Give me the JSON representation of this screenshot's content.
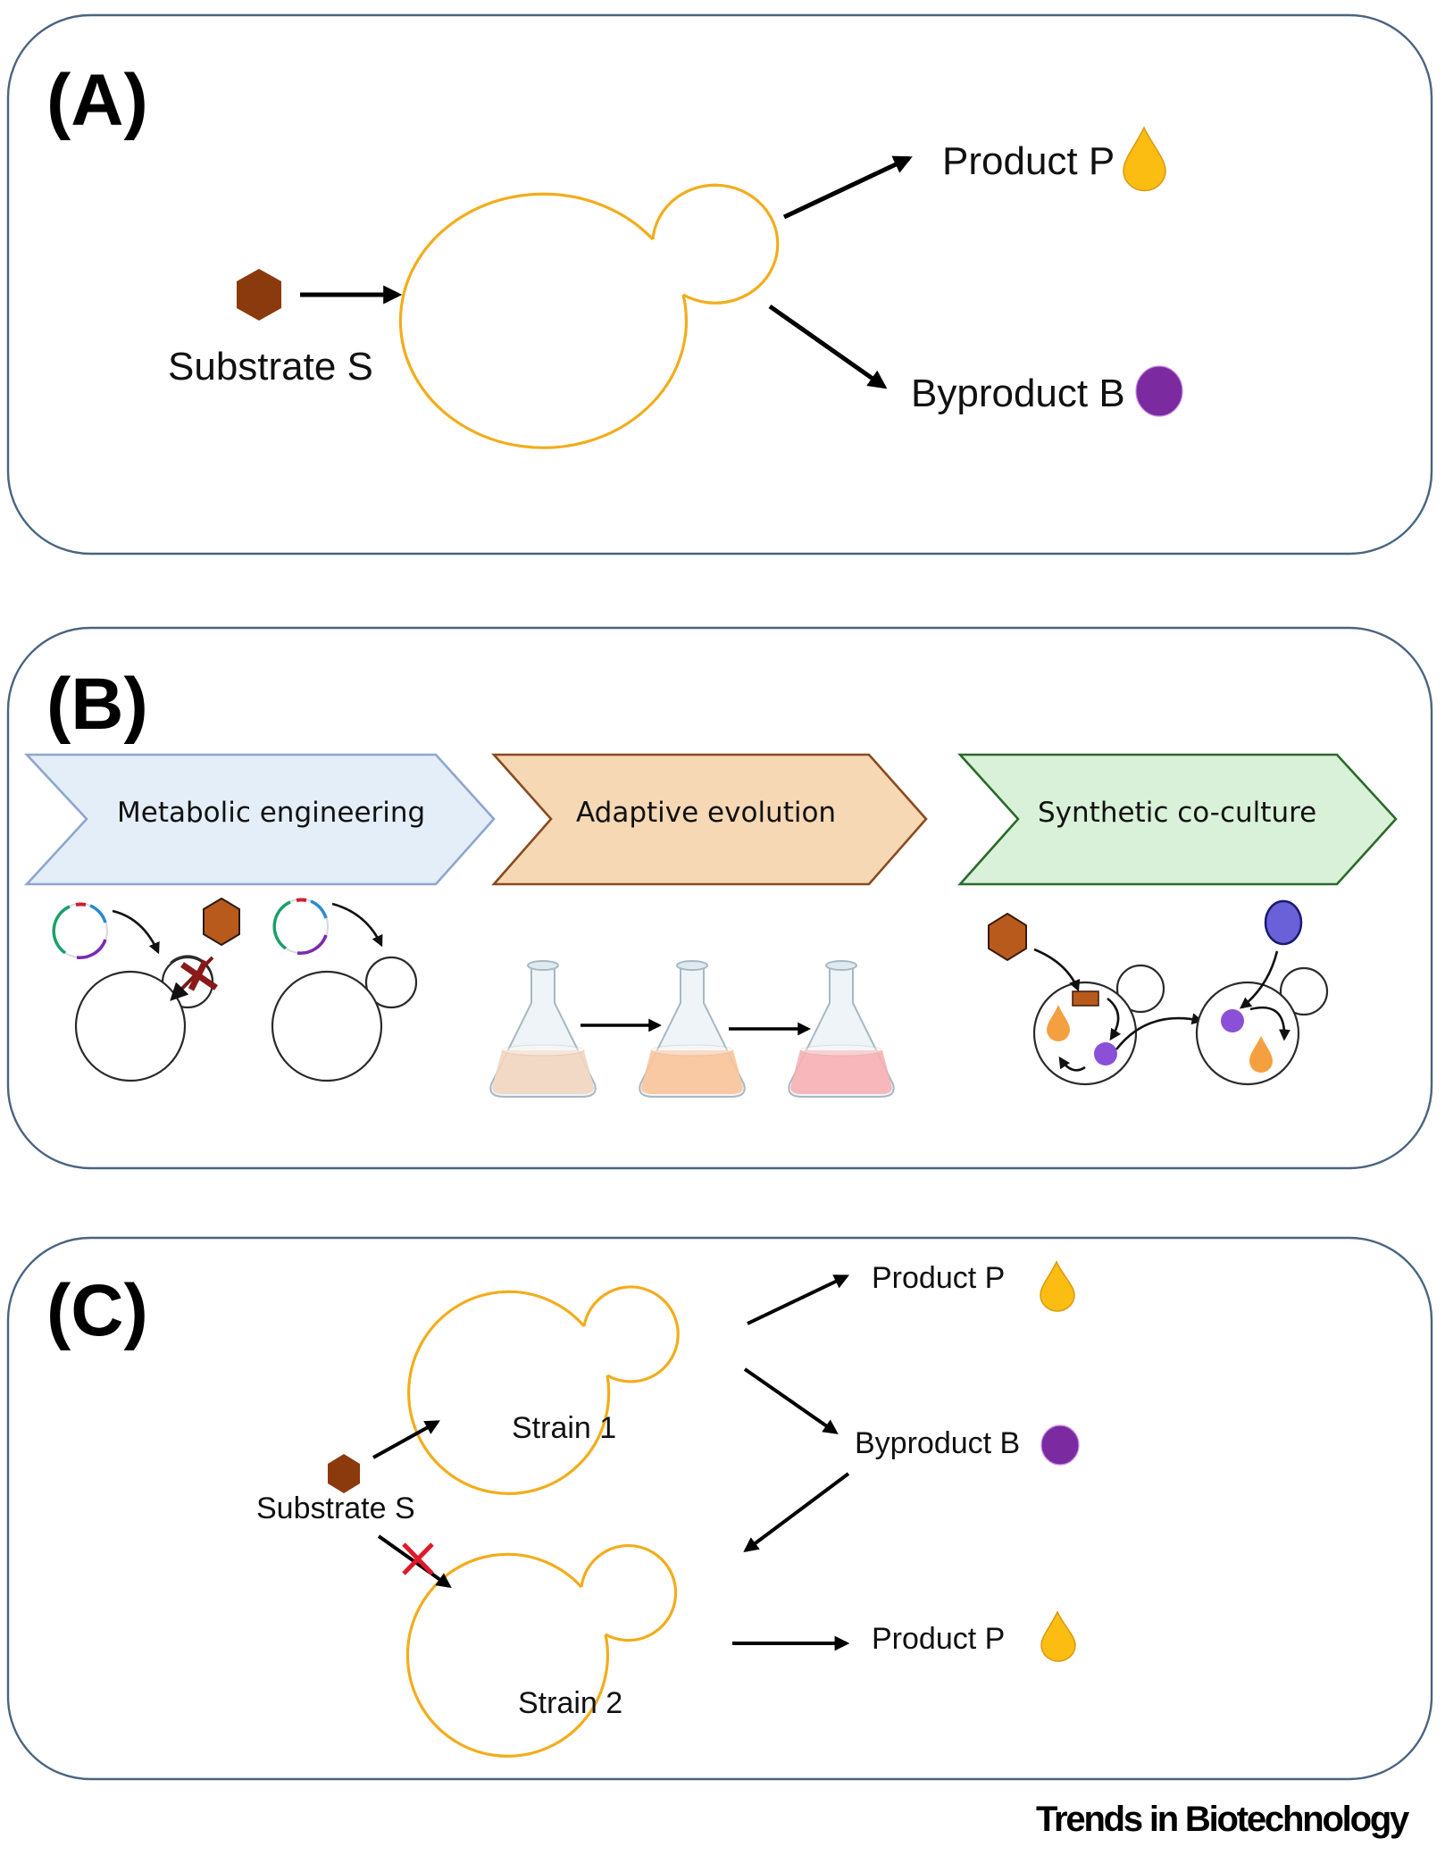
{
  "figure": {
    "journal": "Trends in Biotechnology",
    "colors": {
      "panel_border": "#4a6480",
      "yeast_outline": "#f2ad1c",
      "substrate": "#8b3a0e",
      "product": "#fbbd12",
      "byproduct": "#7b2aa0",
      "inhibition_x": "#e0192a"
    }
  },
  "panel_a": {
    "label": "(A)",
    "substrate_label": "Substrate S",
    "product_label": "Product P",
    "byproduct_label": "Byproduct B",
    "icons": [
      "substrate-hexagon-icon",
      "yeast-cell-icon",
      "product-droplet-icon",
      "byproduct-circle-icon"
    ]
  },
  "panel_b": {
    "label": "(B)",
    "steps": [
      {
        "label": "Metabolic engineering",
        "fill": "#e4eef8",
        "stroke": "#8ea6cf",
        "icons": [
          "plasmid-icon",
          "yeast-cell-icon",
          "substrate-hexagon-icon",
          "knockout-x-icon"
        ]
      },
      {
        "label": "Adaptive evolution",
        "fill": "#f6d8b4",
        "stroke": "#8a4a1e",
        "icons": [
          "flask-icon",
          "flask-icon",
          "flask-icon"
        ]
      },
      {
        "label": "Synthetic co-culture",
        "fill": "#d8f1d8",
        "stroke": "#2a6a2a",
        "icons": [
          "substrate-hexagon-icon",
          "blue-circle-icon",
          "yeast-cell-icon",
          "yeast-cell-icon"
        ]
      }
    ],
    "flask_liquid_colors": [
      "#f2d6c0",
      "#f9c49a",
      "#f7b0b4"
    ]
  },
  "panel_c": {
    "label": "(C)",
    "substrate_label": "Substrate S",
    "strain1_label": "Strain 1",
    "strain2_label": "Strain 2",
    "product_label_top": "Product P",
    "byproduct_label": "Byproduct B",
    "product_label_bottom": "Product P"
  }
}
